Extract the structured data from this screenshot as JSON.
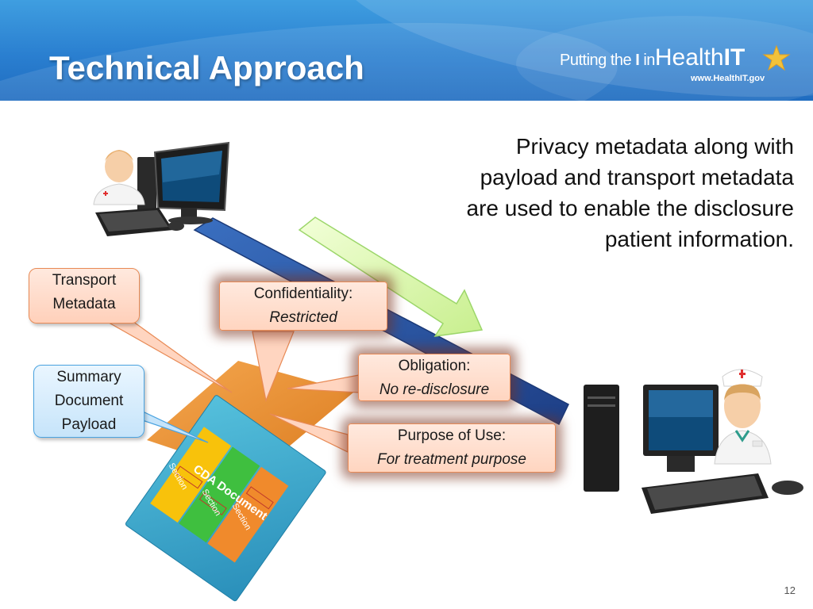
{
  "slide": {
    "title": "Technical Approach",
    "page_number": "12"
  },
  "logo": {
    "text_putting": "Putting the",
    "text_i": "I",
    "text_in": "in",
    "text_health": "Health",
    "text_it": "IT",
    "url": "www.HealthIT.gov"
  },
  "description": {
    "lines": [
      "Privacy metadata along with",
      "payload and transport metadata",
      "are used to enable the disclosure",
      "patient information."
    ]
  },
  "callouts": {
    "transport": {
      "line1": "Transport",
      "line2": "Metadata"
    },
    "summary": {
      "line1": "Summary",
      "line2": "Document",
      "line3": "Payload"
    },
    "confidentiality": {
      "label": "Confidentiality:",
      "value": "Restricted"
    },
    "obligation": {
      "label": "Obligation:",
      "value": "No re-disclosure"
    },
    "purpose": {
      "label": "Purpose of Use:",
      "value": "For treatment purpose"
    }
  },
  "cda_document": {
    "title": "CDA Document",
    "sections": [
      "Section",
      "Section",
      "Section"
    ]
  },
  "colors": {
    "header_blue": "#2a7fd0",
    "blue_arrow": "#2f5fae",
    "green_arrow": "#d8f5a8",
    "orange_arrow": "#f08a1c",
    "callout_orange": "#ffd5c0",
    "callout_blue": "#c6e4fa",
    "cda_blue": "#3aa7cc"
  },
  "icons": [
    "doctor-icon",
    "nurse-icon",
    "desktop-computer-icon",
    "star-icon"
  ]
}
